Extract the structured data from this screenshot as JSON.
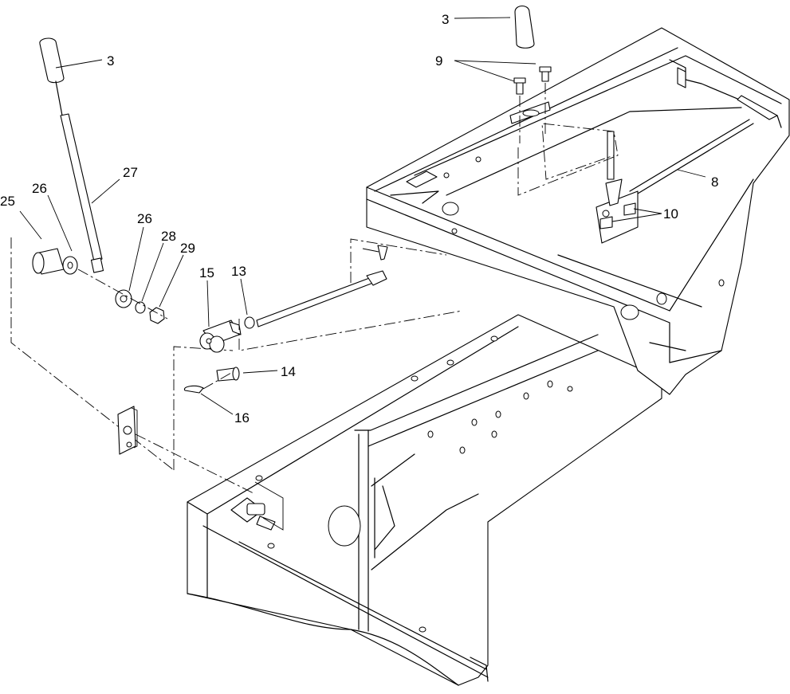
{
  "callouts": [
    {
      "id": "c3a",
      "text": "3"
    },
    {
      "id": "c27",
      "text": "27"
    },
    {
      "id": "c25",
      "text": "25"
    },
    {
      "id": "c26a",
      "text": "26"
    },
    {
      "id": "c26b",
      "text": "26"
    },
    {
      "id": "c28",
      "text": "28"
    },
    {
      "id": "c29",
      "text": "29"
    },
    {
      "id": "c15",
      "text": "15"
    },
    {
      "id": "c13",
      "text": "13"
    },
    {
      "id": "c14",
      "text": "14"
    },
    {
      "id": "c16",
      "text": "16"
    },
    {
      "id": "c3b",
      "text": "3"
    },
    {
      "id": "c9",
      "text": "9"
    },
    {
      "id": "c8",
      "text": "8"
    },
    {
      "id": "c10",
      "text": "10"
    }
  ]
}
